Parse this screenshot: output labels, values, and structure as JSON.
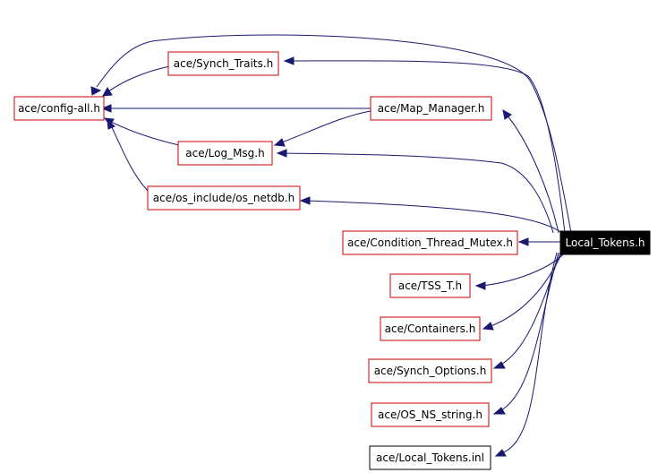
{
  "graph": {
    "nodes": {
      "local_tokens_h": "Local_Tokens.h",
      "config_all_h": "ace/config-all.h",
      "synch_traits_h": "ace/Synch_Traits.h",
      "map_manager_h": "ace/Map_Manager.h",
      "log_msg_h": "ace/Log_Msg.h",
      "os_netdb_h": "ace/os_include/os_netdb.h",
      "condition_thread_mutex_h": "ace/Condition_Thread_Mutex.h",
      "tss_t_h": "ace/TSS_T.h",
      "containers_h": "ace/Containers.h",
      "synch_options_h": "ace/Synch_Options.h",
      "os_ns_string_h": "ace/OS_NS_string.h",
      "local_tokens_inl": "ace/Local_Tokens.inl"
    },
    "colors": {
      "edge": "#191970",
      "node_border": "#cc0000",
      "plain_border": "#000000",
      "focus_fill": "#000000",
      "focus_text": "#ffffff"
    }
  }
}
